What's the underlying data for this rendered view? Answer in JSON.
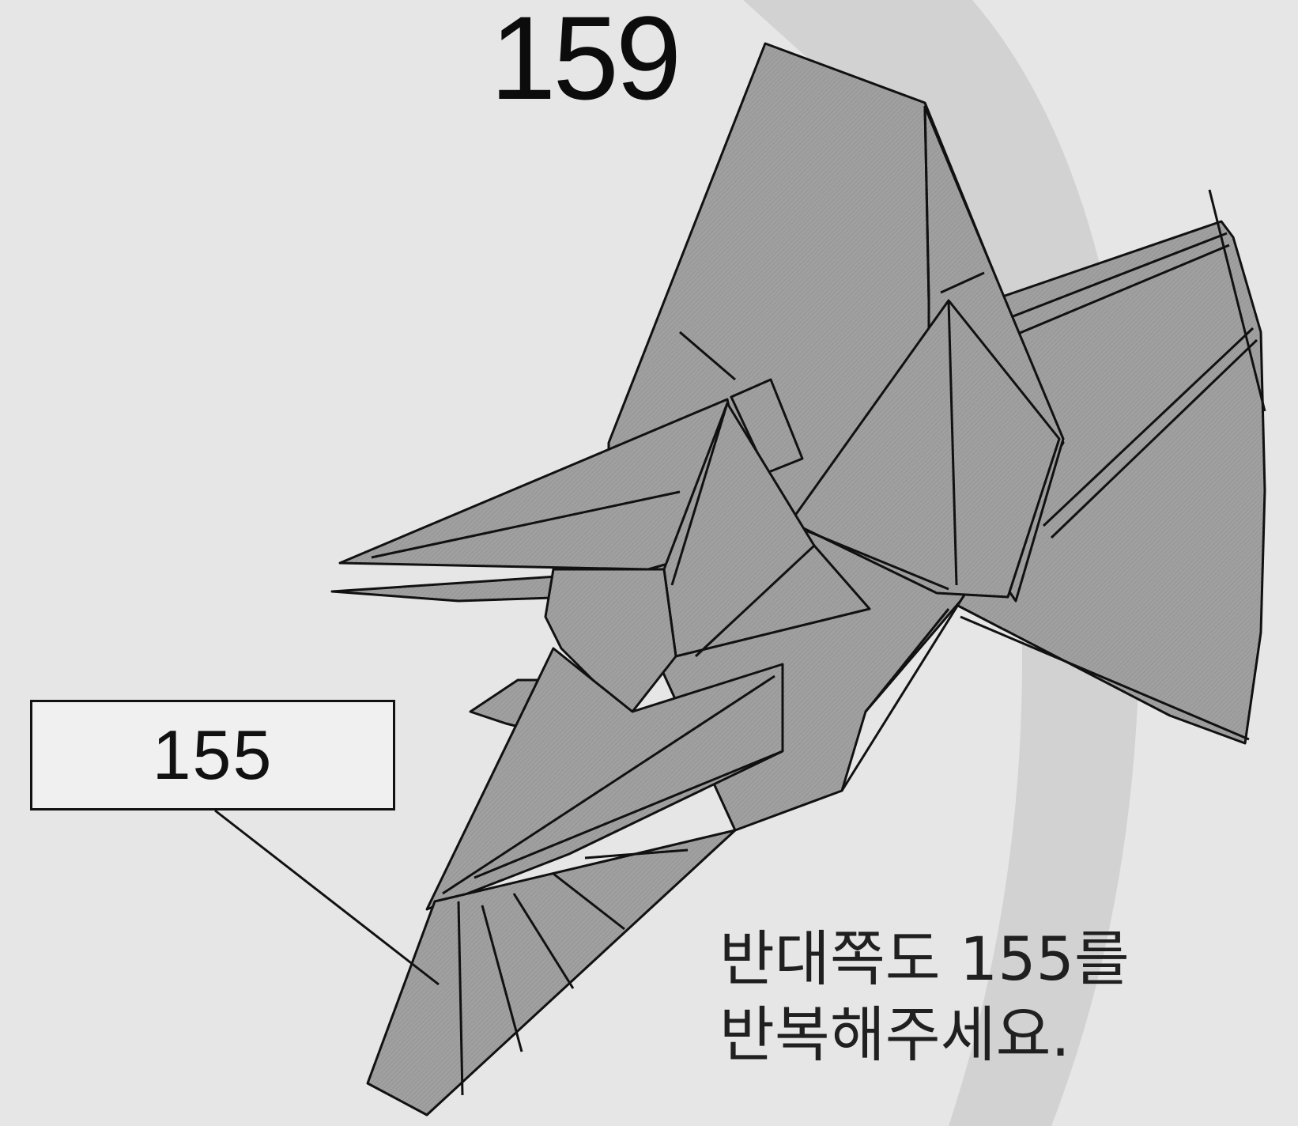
{
  "step": {
    "number": "159"
  },
  "reference": {
    "step": "155"
  },
  "instruction": {
    "line1": "반대쪽도 155를",
    "line2": "반복해주세요."
  },
  "colors": {
    "background": "#e6e6e6",
    "shadow_band": "#cfcfcf",
    "paper": "#9d9d9d",
    "paper_light": "#ababab",
    "line": "#111111"
  }
}
